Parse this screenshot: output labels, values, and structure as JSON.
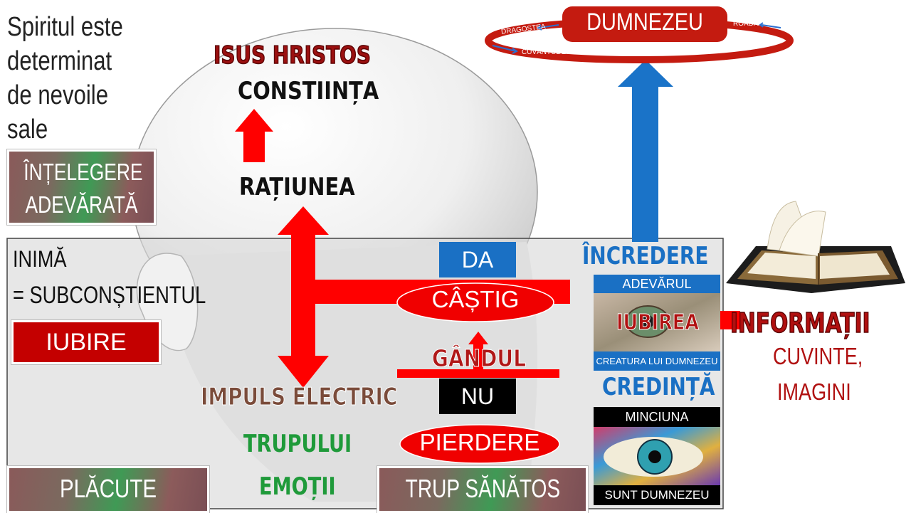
{
  "note": {
    "line1": "Spiritul este",
    "line2": "determinat",
    "line3": "de nevoile",
    "line4": "sale"
  },
  "head": {
    "jesus": "ISUS HRISTOS",
    "conscience": "CONSTIINȚA",
    "reason": "RAȚIUNEA"
  },
  "understanding": {
    "line1": "ÎNȚELEGERE",
    "line2": "ADEVĂRATĂ"
  },
  "heart": {
    "title": "INIMĂ",
    "subtitle": "= SUBCONȘTIENTUL",
    "love_box": "IUBIRE"
  },
  "flow": {
    "yes": "DA",
    "gain": "CÂȘTIG",
    "thought": "GÂNDUL",
    "no": "NU",
    "loss": "PIERDERE",
    "impulse": "IMPULS ELECTRIC",
    "body_of": "TRUPULUI",
    "emotions": "EMOȚII"
  },
  "bottom": {
    "pleasant": "PLĂCUTE",
    "healthy_body": "TRUP SĂNĂTOS"
  },
  "god": {
    "title": "DUMNEZEU",
    "love_label": "DRAGOSTEA",
    "fruit_label": "ROADĂ",
    "word_label": "CUVÂNTUL LUI DUMNEZEU"
  },
  "right_panel": {
    "trust": "ÎNCREDERE",
    "truth": "ADEVĂRUL",
    "love": "IUBIREA",
    "creature": "CREATURA LUI DUMNEZEU",
    "faith": "CREDINȚĂ",
    "lie": "MINCIUNA",
    "i_am_god": "SUNT DUMNEZEU"
  },
  "info": {
    "title": "INFORMAȚII",
    "line1": "CUVINTE,",
    "line2": "IMAGINI"
  },
  "colors": {
    "red": "#ff0000",
    "dark_red": "#c40000",
    "blue": "#1a70c4",
    "green": "#1f9a3a",
    "brown": "#7a4b3a",
    "burgundy": "#8b1a1a"
  }
}
